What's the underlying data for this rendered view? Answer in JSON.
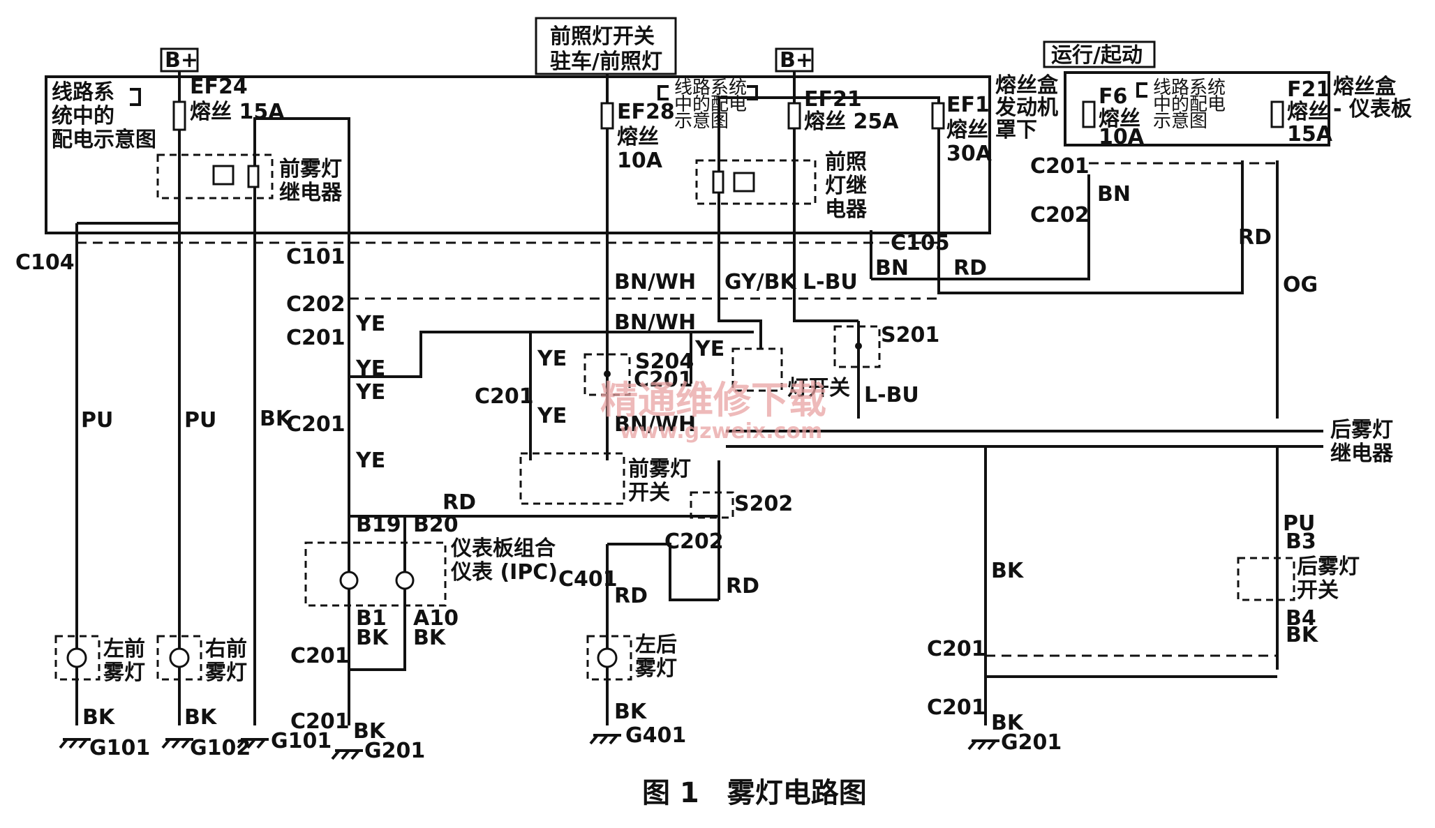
{
  "header": {
    "bplus": "B+",
    "headlamp_switch": [
      "前照灯开关",
      "驻车/前照灯"
    ],
    "run_start": "运行/起动"
  },
  "fuses": {
    "ef24": [
      "EF24",
      "熔丝 15A"
    ],
    "ef28": [
      "EF28",
      "熔丝",
      "10A"
    ],
    "ef21": [
      "EF21",
      "熔丝 25A"
    ],
    "ef1": [
      "EF1",
      "熔丝",
      "30A"
    ],
    "f6": [
      "F6",
      "熔丝",
      "10A"
    ],
    "f21": [
      "F21",
      "熔丝",
      "15A"
    ]
  },
  "notes": {
    "power_dist_left": [
      "线路系",
      "统中的",
      "配电示意图"
    ],
    "power_dist_mid": [
      "线路系统",
      "中的配电",
      "示意图"
    ],
    "power_dist_right": [
      "线路系统",
      "中的配电",
      "示意图"
    ],
    "fuse_box_engine": [
      "熔丝盒",
      "发动机",
      "罩下"
    ],
    "fuse_box_ip": [
      "熔丝盒",
      "- 仪表板"
    ]
  },
  "components": {
    "front_fog_relay": [
      "前雾灯",
      "继电器"
    ],
    "headlamp_relay": [
      "前照",
      "灯继",
      "电器"
    ],
    "light_switch": "灯开关",
    "front_fog_switch": [
      "前雾灯",
      "开关"
    ],
    "ipc": [
      "仪表板组合",
      "仪表 (IPC)"
    ],
    "rear_fog_relay": [
      "后雾灯",
      "继电器"
    ],
    "rear_fog_switch": [
      "后雾灯",
      "开关"
    ],
    "lf_fog": [
      "左前",
      "雾灯"
    ],
    "rf_fog": [
      "右前",
      "雾灯"
    ],
    "lr_fog": [
      "左后",
      "雾灯"
    ]
  },
  "connectors": {
    "c104": "C104",
    "c101": "C101",
    "c105": "C105",
    "c202": "C202",
    "c201": "C201",
    "c401": "C401",
    "s204": "S204",
    "s201": "S201",
    "s202": "S202",
    "b19": "B19",
    "b20": "B20",
    "b1": "B1",
    "a10": "A10",
    "b3": "B3",
    "b4": "B4"
  },
  "grounds": [
    "G101",
    "G102",
    "G101",
    "G201",
    "G401",
    "G201"
  ],
  "wires": {
    "pu": "PU",
    "bk": "BK",
    "ye": "YE",
    "rd": "RD",
    "og": "OG",
    "bn": "BN",
    "bnwh": "BN/WH",
    "gybk": "GY/BK",
    "lbu": "L-BU"
  },
  "watermark": {
    "cn": "精通维修下载",
    "url": "www.gzweix.com"
  },
  "caption": "图 1　雾灯电路图"
}
